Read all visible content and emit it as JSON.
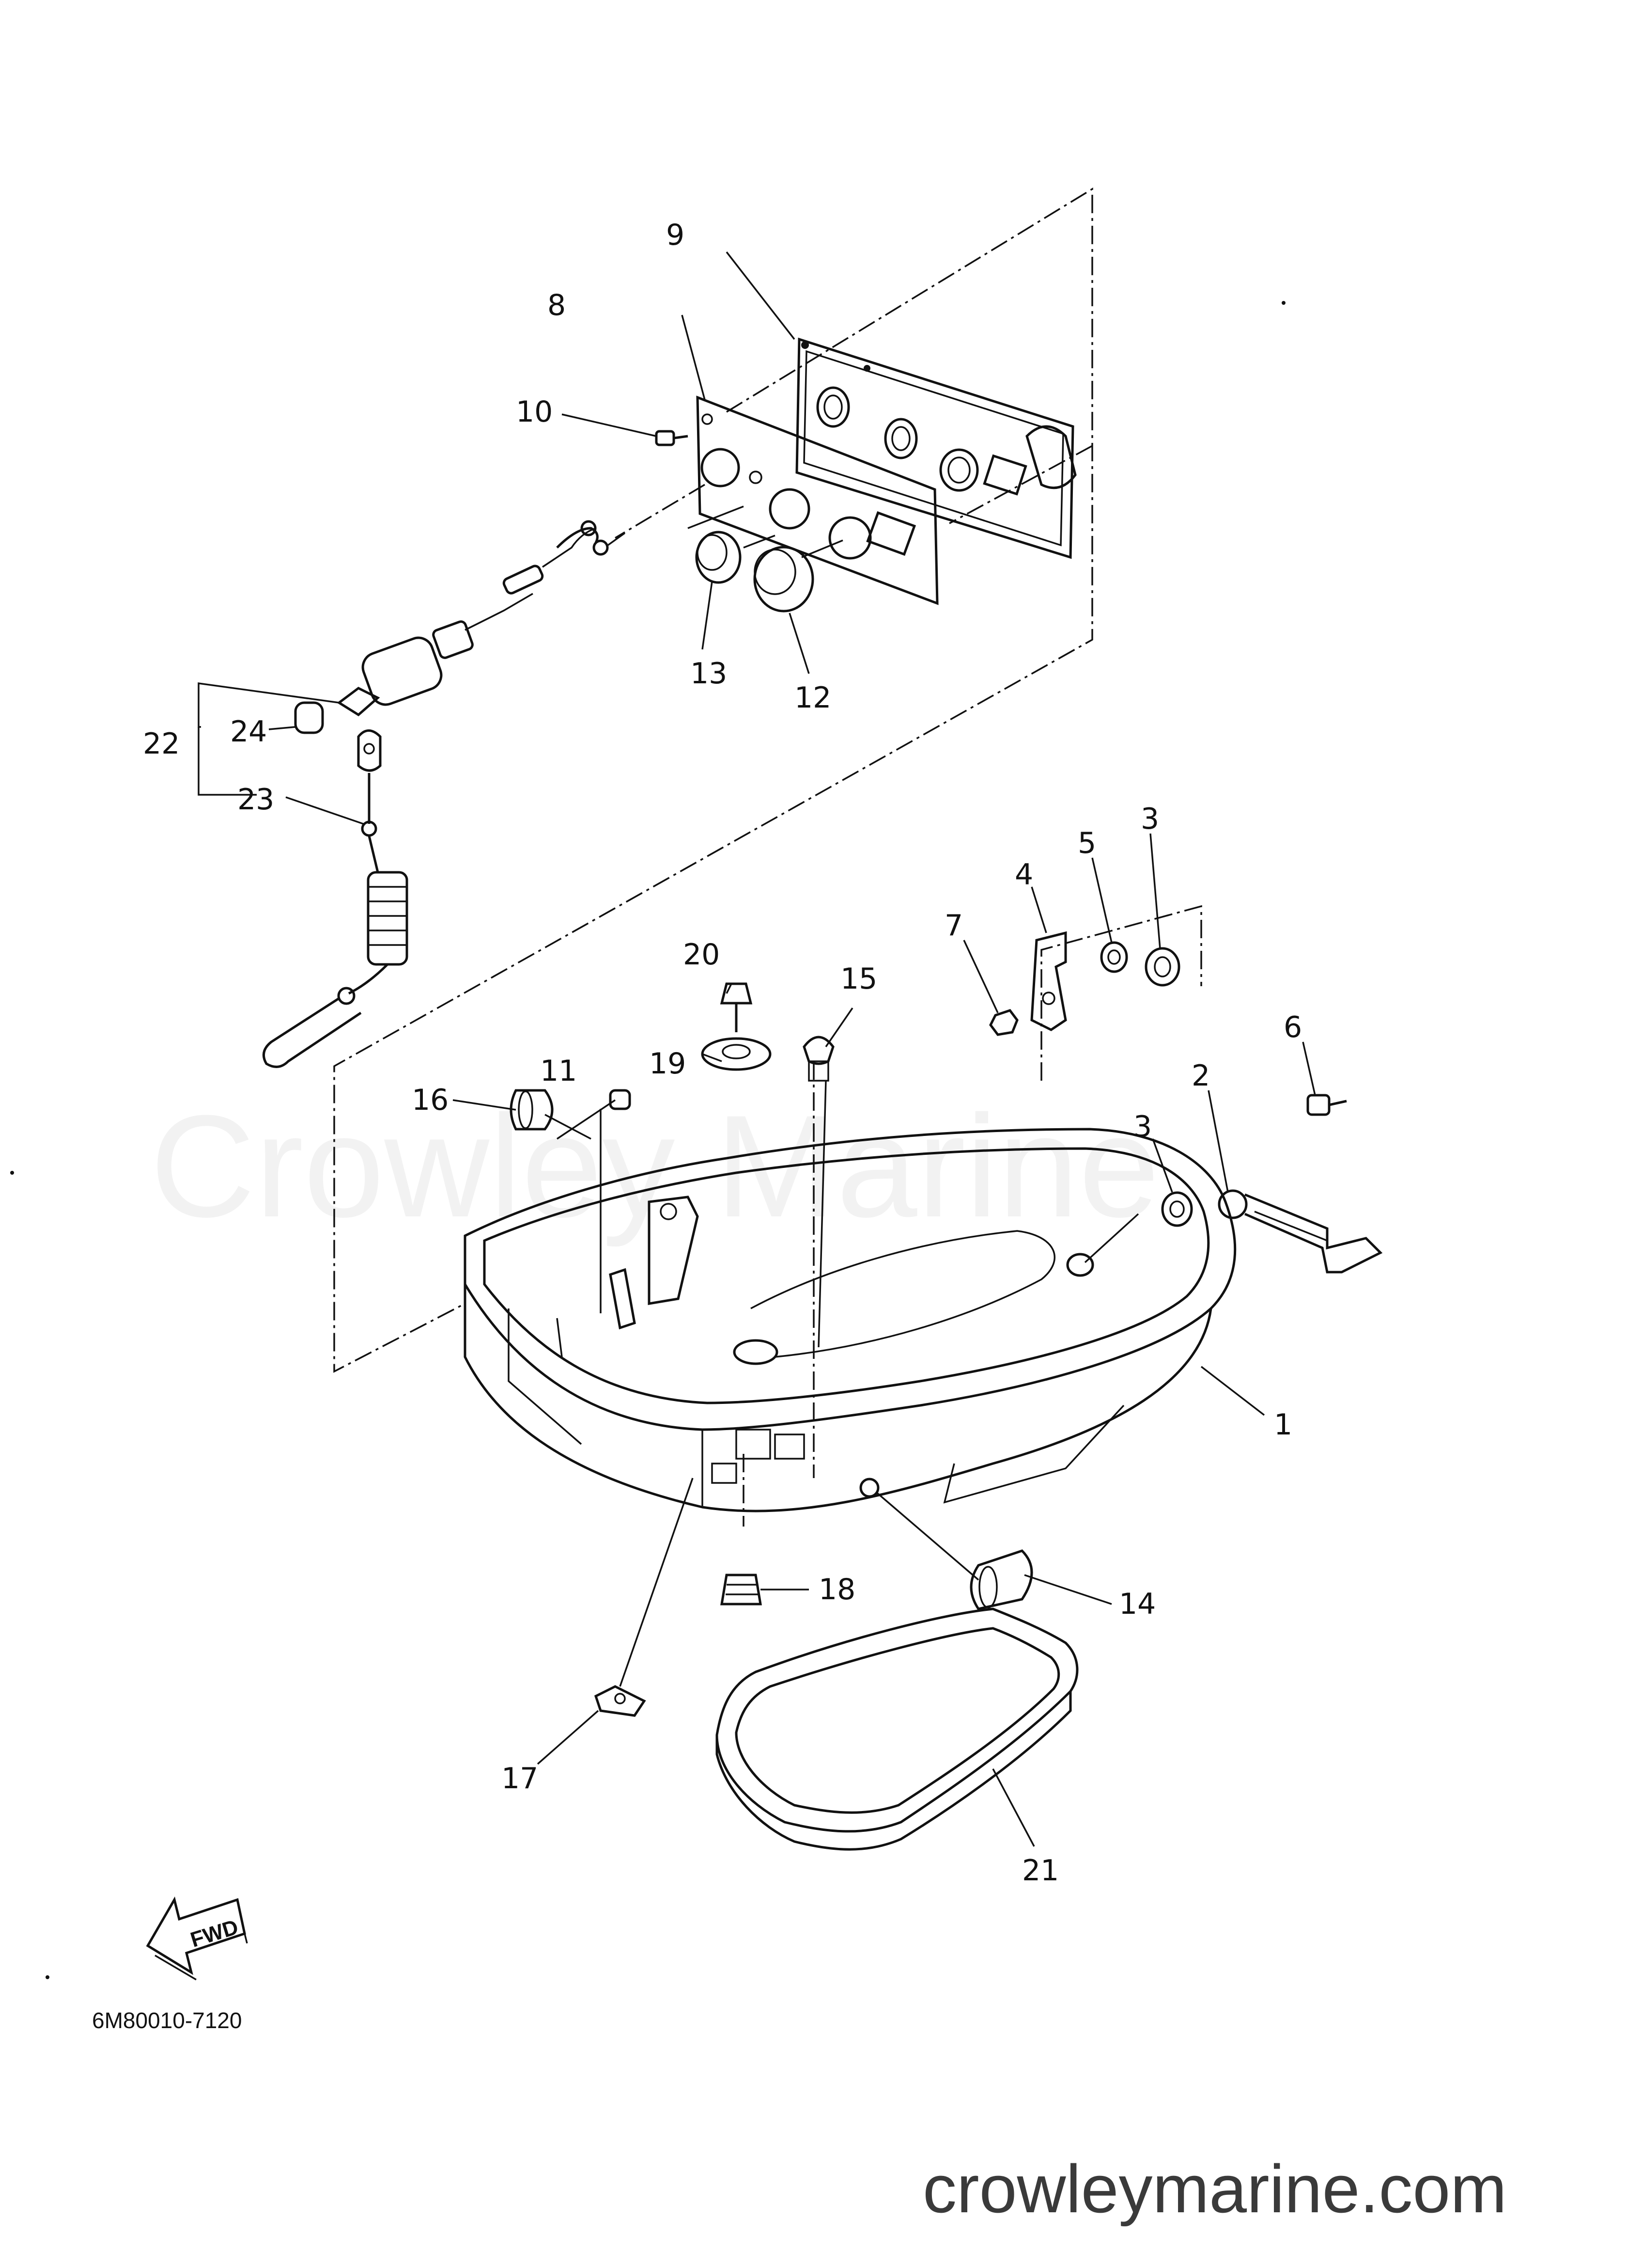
{
  "callouts": [
    "1",
    "2",
    "3",
    "3",
    "4",
    "5",
    "6",
    "7",
    "8",
    "9",
    "10",
    "11",
    "12",
    "13",
    "14",
    "15",
    "16",
    "17",
    "18",
    "19",
    "20",
    "21",
    "22",
    "23",
    "24"
  ],
  "fwd_label": "FWD",
  "diagram_code": "6M80010-7120",
  "watermark": "Crowley Marine",
  "site": "crowleymarine.com",
  "colors": {
    "ink": "#111111",
    "paper": "#ffffff",
    "watermark": "#e6e6e6"
  }
}
